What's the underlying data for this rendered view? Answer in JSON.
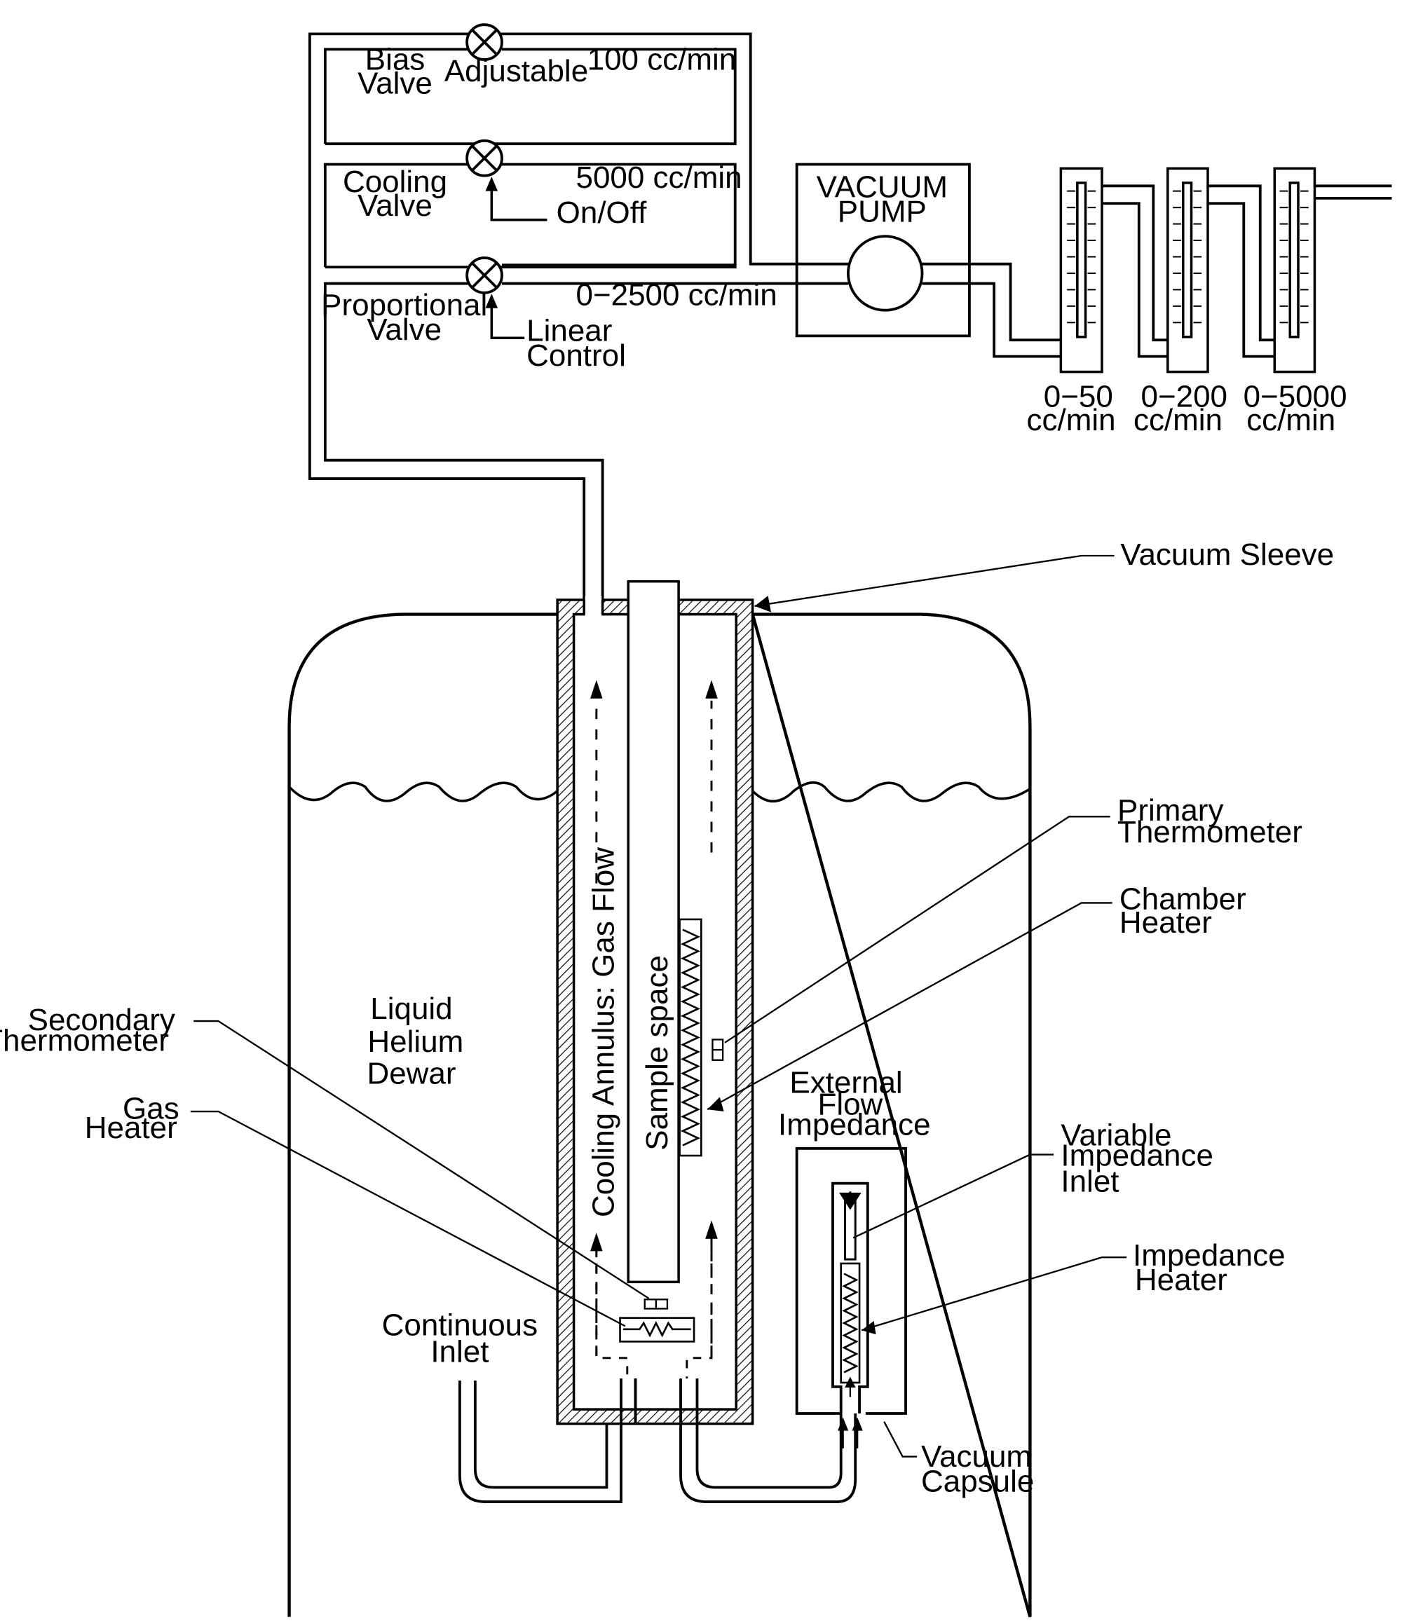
{
  "valves": {
    "bias": {
      "name_line1": "Bias",
      "name_line2": "Valve",
      "control": "Adjustable",
      "flow": "100  cc/min"
    },
    "cooling": {
      "name_line1": "Cooling",
      "name_line2": "Valve",
      "control": "On/Off",
      "flow": "5000  cc/min"
    },
    "proportional": {
      "name_line1": "Proportional",
      "name_line2": "Valve",
      "control_line1": "Linear",
      "control_line2": "Control",
      "flow": "0−2500  cc/min"
    }
  },
  "pump": {
    "line1": "VACUUM",
    "line2": "PUMP"
  },
  "flowmeters": [
    {
      "range": "0−50",
      "unit": "cc/min"
    },
    {
      "range": "0−200",
      "unit": "cc/min"
    },
    {
      "range": "0−5000",
      "unit": "cc/min"
    }
  ],
  "labels": {
    "vacuum_sleeve": "Vacuum  Sleeve",
    "primary_thermometer_line1": "Primary",
    "primary_thermometer_line2": "Thermometer",
    "chamber_heater_line1": "Chamber",
    "chamber_heater_line2": "Heater",
    "secondary_thermometer_line1": "Secondary",
    "secondary_thermometer_line2": "Thermometer",
    "gas_heater_line1": "Gas",
    "gas_heater_line2": "Heater",
    "dewar_line1": "Liquid",
    "dewar_line2": "Helium",
    "dewar_line3": "Dewar",
    "cooling_annulus": "Cooling  Annulus:  Gas  Flow",
    "sample_space": "Sample  space",
    "continuous_inlet_line1": "Continuous",
    "continuous_inlet_line2": "Inlet",
    "external_impedance_line1": "External",
    "external_impedance_line2": "Flow",
    "external_impedance_line3": "Impedance",
    "variable_inlet_line1": "Variable",
    "variable_inlet_line2": "Impedance",
    "variable_inlet_line3": "Inlet",
    "impedance_heater_line1": "Impedance",
    "impedance_heater_line2": "Heater",
    "vacuum_capsule_line1": "Vacuum",
    "vacuum_capsule_line2": "Capsule"
  },
  "colors": {
    "ink": "#000000",
    "paper": "#ffffff"
  }
}
